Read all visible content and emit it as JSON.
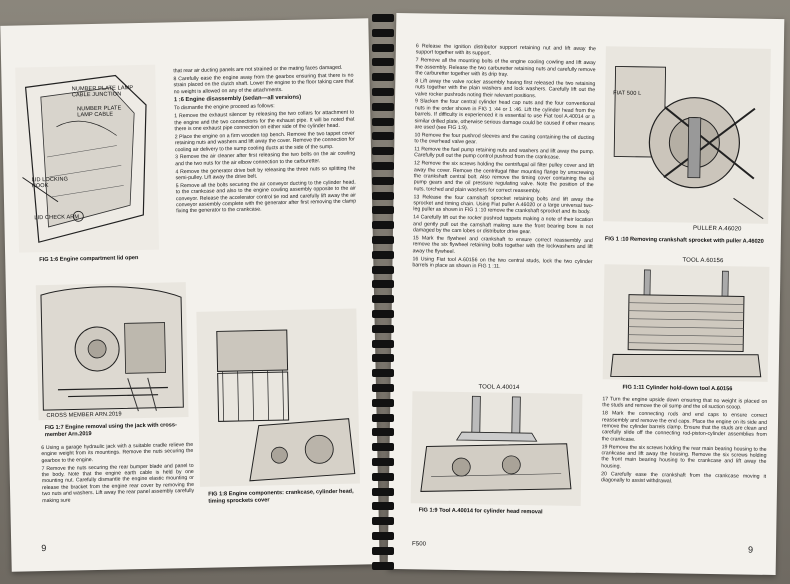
{
  "left_page": {
    "fig16_labels": {
      "l1": "NUMBER PLATE LAMP",
      "l2": "CABLE JUNCTION",
      "l3": "NUMBER PLATE",
      "l4": "LAMP CABLE",
      "l5": "LID LOCKING",
      "l6": "HOOK",
      "l7": "LID CHECK ARM"
    },
    "fig16_caption": "FIG 1:6  Engine compartment lid open",
    "fig17_label": "CROSS MEMBER ARN.2019",
    "fig17_caption": "FIG 1:7  Engine removal using the jack with cross-member Arn.2019",
    "fig18_caption": "FIG 1:8  Engine components: crankcase, cylinder head, timing sprockets cover",
    "col_top_right": [
      "that rear air ducting panels are not strained or the mating faces damaged.",
      "8  Carefully ease the engine away from the gearbox ensuring that there is no strain placed on the clutch shaft. Lower the engine to the floor taking care that no weight is allowed on any of the attachments."
    ],
    "section_heading": "1 :6  Engine disassembly (sedan—all versions)",
    "col_section": [
      "To dismantle the engine proceed as follows:",
      "1  Remove the exhaust silencer by releasing the two collars for attachment to the engine and the two connections for the exhaust pipe. It will be noted that there is one exhaust pipe connection on either side of the cylinder head.",
      "2  Place the engine on a firm wooden top bench. Remove the two tappet cover retaining nuts and washers and lift away the cover. Remove the connection for cooling air delivery to the sump cooling ducts at the side of the sump.",
      "3  Remove the air cleaner after first releasing the two bolts on the air cowling and the two nuts for the air elbow connection to the carburetter.",
      "4  Remove the generator drive belt by releasing the three nuts so splitting the semi-pulley. Lift away the drive belt.",
      "5  Remove all the bolts securing the air conveyor ducting to the cylinder head, to the crankcase and also to the engine cowling assembly opposite to the air conveyor. Release the accelerator control tie rod and carefully lift away the air conveyor assembly complete with the generator after first removing the clamp fixing the generator to the crankcase."
    ],
    "col_bottom_left": [
      "6  Using a garage hydraulic jack with a suitable cradle relieve the engine weight from its mountings. Remove the nuts securing the gearbox to the engine.",
      "7  Remove the nuts securing the rear bumper blade and panel to the body. Note that the engine earth cable is held by one mounting nut. Carefully dismantle the engine elastic mounting or release the bracket from the engine rear cover by removing the two nuts and washers. Lift away the rear panel assembly carefully making sure"
    ],
    "page_number": "9"
  },
  "right_page": {
    "col_main": [
      "6  Release the ignition distributor support retaining nut and lift away the support together with its support.",
      "7  Remove all the mounting bolts of the engine cooling cowling and lift away the assembly. Release the two carburetter retaining nuts and carefully remove the carburetter together with its drip tray.",
      "8  Lift away the valve rocker assembly having first released the two retaining nuts together with the plain washers and lock washers. Carefully lift out the valve rocker pushrods noting their relevant positions.",
      "9  Slacken the four central cylinder head cap nuts and the four conventional nuts in the order shown in FIG 1 :44 or 1 :46. Lift the cylinder head from the barrels. If difficulty is experienced it is essential to use Fiat tool A.40014 or a similar drilled plate, otherwise serious damage could be caused if other means are used (see FIG 1:9).",
      "10  Remove the four pushrod sleeves and the casing containing the oil ducting to the overhead valve gear.",
      "11  Remove the fuel pump retaining nuts and washers and lift away the pump. Carefully pull out the pump control pushrod from the crankcase.",
      "12  Remove the six screws holding the centrifugal oil filter pulley cover and lift away the cover. Remove the centrifugal filter mounting flange by unscrewing the crankshaft central bolt. Also remove the timing cover containing the oil pump gears and the oil pressure regulating valve. Note the position of the nuts, torched and plain washers for correct reassembly.",
      "13  Release the four camshaft sprocket retaining bolts and lift away the sprocket and timing chain. Using Fiat puller A.46020 or a large universal two-leg puller as shown in FIG 1 :10 remove the crankshaft sprocket and its body.",
      "14  Carefully lift out the rocker pushrod tappets making a note of their location and gently pull out the camshaft making sure the front bearing bore is not damaged by the cam lobes or distributor drive gear.",
      "15  Mark the flywheel and crankshaft to ensure correct reassembly and remove the six flywheel retaining bolts together with the lockwashers and lift away the flywheel.",
      "16  Using Fiat tool A.60156 on the two central studs, lock the two cylinder barrels in place as shown in FIG 1 :11."
    ],
    "fig19_tool_label": "TOOL A.40014",
    "fig19_caption": "FIG 1:9  Tool A.40014 for cylinder head removal",
    "fig110_label_a": "FIAT 500 L",
    "fig110_label_b": "PULLER A.46020",
    "fig110_caption": "FIG 1 :10  Removing crankshaft sprocket with puller A.46020",
    "fig111_tool_label": "TOOL A.60156",
    "fig111_caption": "FIG 1:11  Cylinder hold-down tool A.60156",
    "col_right_bottom": [
      "17  Turn the engine upside down ensuring that no weight is placed on the studs and remove the oil sump and the oil suction scoop.",
      "18  Mark the connecting rods and end caps to ensure correct reassembly and remove the end caps. Place the engine on its side and remove the cylinder barrels clamp. Ensure that the studs are clean and carefully slide off the connecting rod-piston-cylinder assemblies from the crankcase.",
      "19  Remove the six screws holding the rear main bearing housing to the crankcase and lift away the housing. Remove the six screws holding the front main bearing housing to the crankcase and lift away the housing.",
      "20  Carefully ease the crankshaft from the crankcase moving it diagonally to assist withdrawal."
    ],
    "footer_code": "F500",
    "page_number": "9"
  },
  "colors": {
    "paper": "#f3f1ec",
    "ink": "#1a1a1a",
    "desk": "#7f7a72",
    "binding": "#111111"
  }
}
